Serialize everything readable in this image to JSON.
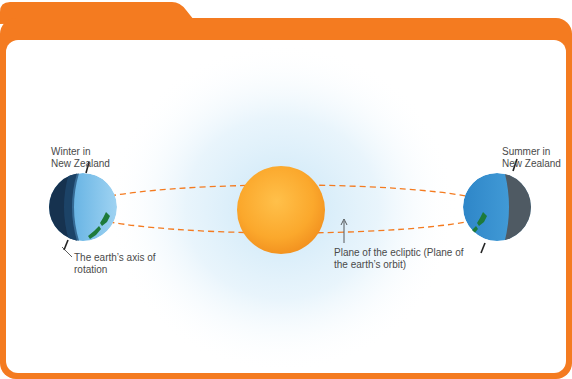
{
  "diagram": {
    "labels": [
      "Winter in New Zealand",
      "Summer in New Zealand",
      "The earth’s axis of rotation",
      "Plane of the ecliptic (Plane of the earth’s orbit)"
    ]
  }
}
